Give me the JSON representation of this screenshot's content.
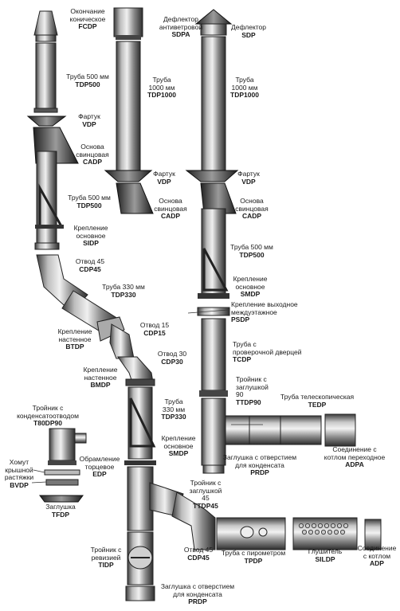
{
  "parts": {
    "fcdp": {
      "name": [
        "Окончание",
        "коническое"
      ],
      "code": "FCDP"
    },
    "sdpa": {
      "name": [
        "Дефлектор",
        "антиветровой"
      ],
      "code": "SDPA"
    },
    "sdp": {
      "name": [
        "Дефлектор"
      ],
      "code": "SDP"
    },
    "tdp500a": {
      "name": [
        "Труба 500 мм"
      ],
      "code": "TDP500"
    },
    "tdp1000a": {
      "name": [
        "Труба",
        "1000 мм"
      ],
      "code": "TDP1000"
    },
    "tdp1000b": {
      "name": [
        "Труба",
        "1000 мм"
      ],
      "code": "TDP1000"
    },
    "vdp_a": {
      "name": [
        "Фартук"
      ],
      "code": "VDP"
    },
    "vdp_b": {
      "name": [
        "Фартук"
      ],
      "code": "VDP"
    },
    "vdp_c": {
      "name": [
        "Фартук"
      ],
      "code": "VDP"
    },
    "cadp_a": {
      "name": [
        "Основа",
        "свинцовая"
      ],
      "code": "CADP"
    },
    "cadp_b": {
      "name": [
        "Основа",
        "свинцовая"
      ],
      "code": "CADP"
    },
    "cadp_c": {
      "name": [
        "Основа",
        "свинцовая"
      ],
      "code": "CADP"
    },
    "tdp500b": {
      "name": [
        "Труба 500 мм"
      ],
      "code": "TDP500"
    },
    "tdp500c": {
      "name": [
        "Труба 500 мм"
      ],
      "code": "TDP500"
    },
    "sidp": {
      "name": [
        "Крепление",
        "основное"
      ],
      "code": "SIDP"
    },
    "cdp45a": {
      "name": [
        "Отвод 45"
      ],
      "code": "CDP45"
    },
    "tdp330a": {
      "name": [
        "Труба 330 мм"
      ],
      "code": "TDP330"
    },
    "smdp_a": {
      "name": [
        "Крепление",
        "основное"
      ],
      "code": "SMDP"
    },
    "psdp": {
      "name": [
        "Крепление выходное",
        "междуэтажное"
      ],
      "code": "PSDP"
    },
    "btdp": {
      "name": [
        "Крепление",
        "настенное"
      ],
      "code": "BTDP"
    },
    "cdp15": {
      "name": [
        "Отвод 15"
      ],
      "code": "CDP15"
    },
    "tcdp": {
      "name": [
        "Труба с",
        "проверочной дверцей"
      ],
      "code": "TCDP"
    },
    "cdp30": {
      "name": [
        "Отвод 30"
      ],
      "code": "CDP30"
    },
    "bmdp": {
      "name": [
        "Крепление",
        "настенное"
      ],
      "code": "BMDP"
    },
    "ttdp90": {
      "name": [
        "Тройник с",
        "заглушкой",
        "90"
      ],
      "code": "TTDP90"
    },
    "tedp": {
      "name": [
        "Труба телескопическая"
      ],
      "code": "TEDP"
    },
    "t80dp90": {
      "name": [
        "Тройник с",
        "конденсатоотводом"
      ],
      "code": "T80DP90"
    },
    "tdp330b": {
      "name": [
        "Труба",
        "330 мм"
      ],
      "code": "TDP330"
    },
    "smdp_b": {
      "name": [
        "Крепление",
        "основное"
      ],
      "code": "SMDP"
    },
    "edp": {
      "name": [
        "Обрамление",
        "торцевое"
      ],
      "code": "EDP"
    },
    "bvdp": {
      "name": [
        "Хомут",
        "крышной",
        "растяжки"
      ],
      "code": "BVDP"
    },
    "prdp_a": {
      "name": [
        "Заглушка с отверстием",
        "для конденсата"
      ],
      "code": "PRDP"
    },
    "adpa": {
      "name": [
        "Соединение с",
        "котлом переходное"
      ],
      "code": "ADPA"
    },
    "tfdp": {
      "name": [
        "Заглушка"
      ],
      "code": "TFDP"
    },
    "ttdp45": {
      "name": [
        "Тройник с",
        "заглушкой",
        "45"
      ],
      "code": "TTDP45"
    },
    "tidp": {
      "name": [
        "Тройник с",
        "ревизией"
      ],
      "code": "TIDP"
    },
    "cdp45b": {
      "name": [
        "Отвод 45"
      ],
      "code": "CDP45"
    },
    "tpdp": {
      "name": [
        "Труба с пирометром"
      ],
      "code": "TPDP"
    },
    "sildp": {
      "name": [
        "Глушитель"
      ],
      "code": "SILDP"
    },
    "adp": {
      "name": [
        "Соединение",
        "с котлом"
      ],
      "code": "ADP"
    },
    "prdp_b": {
      "name": [
        "Заглушка с отверстием",
        "для конденсата"
      ],
      "code": "PRDP"
    }
  }
}
